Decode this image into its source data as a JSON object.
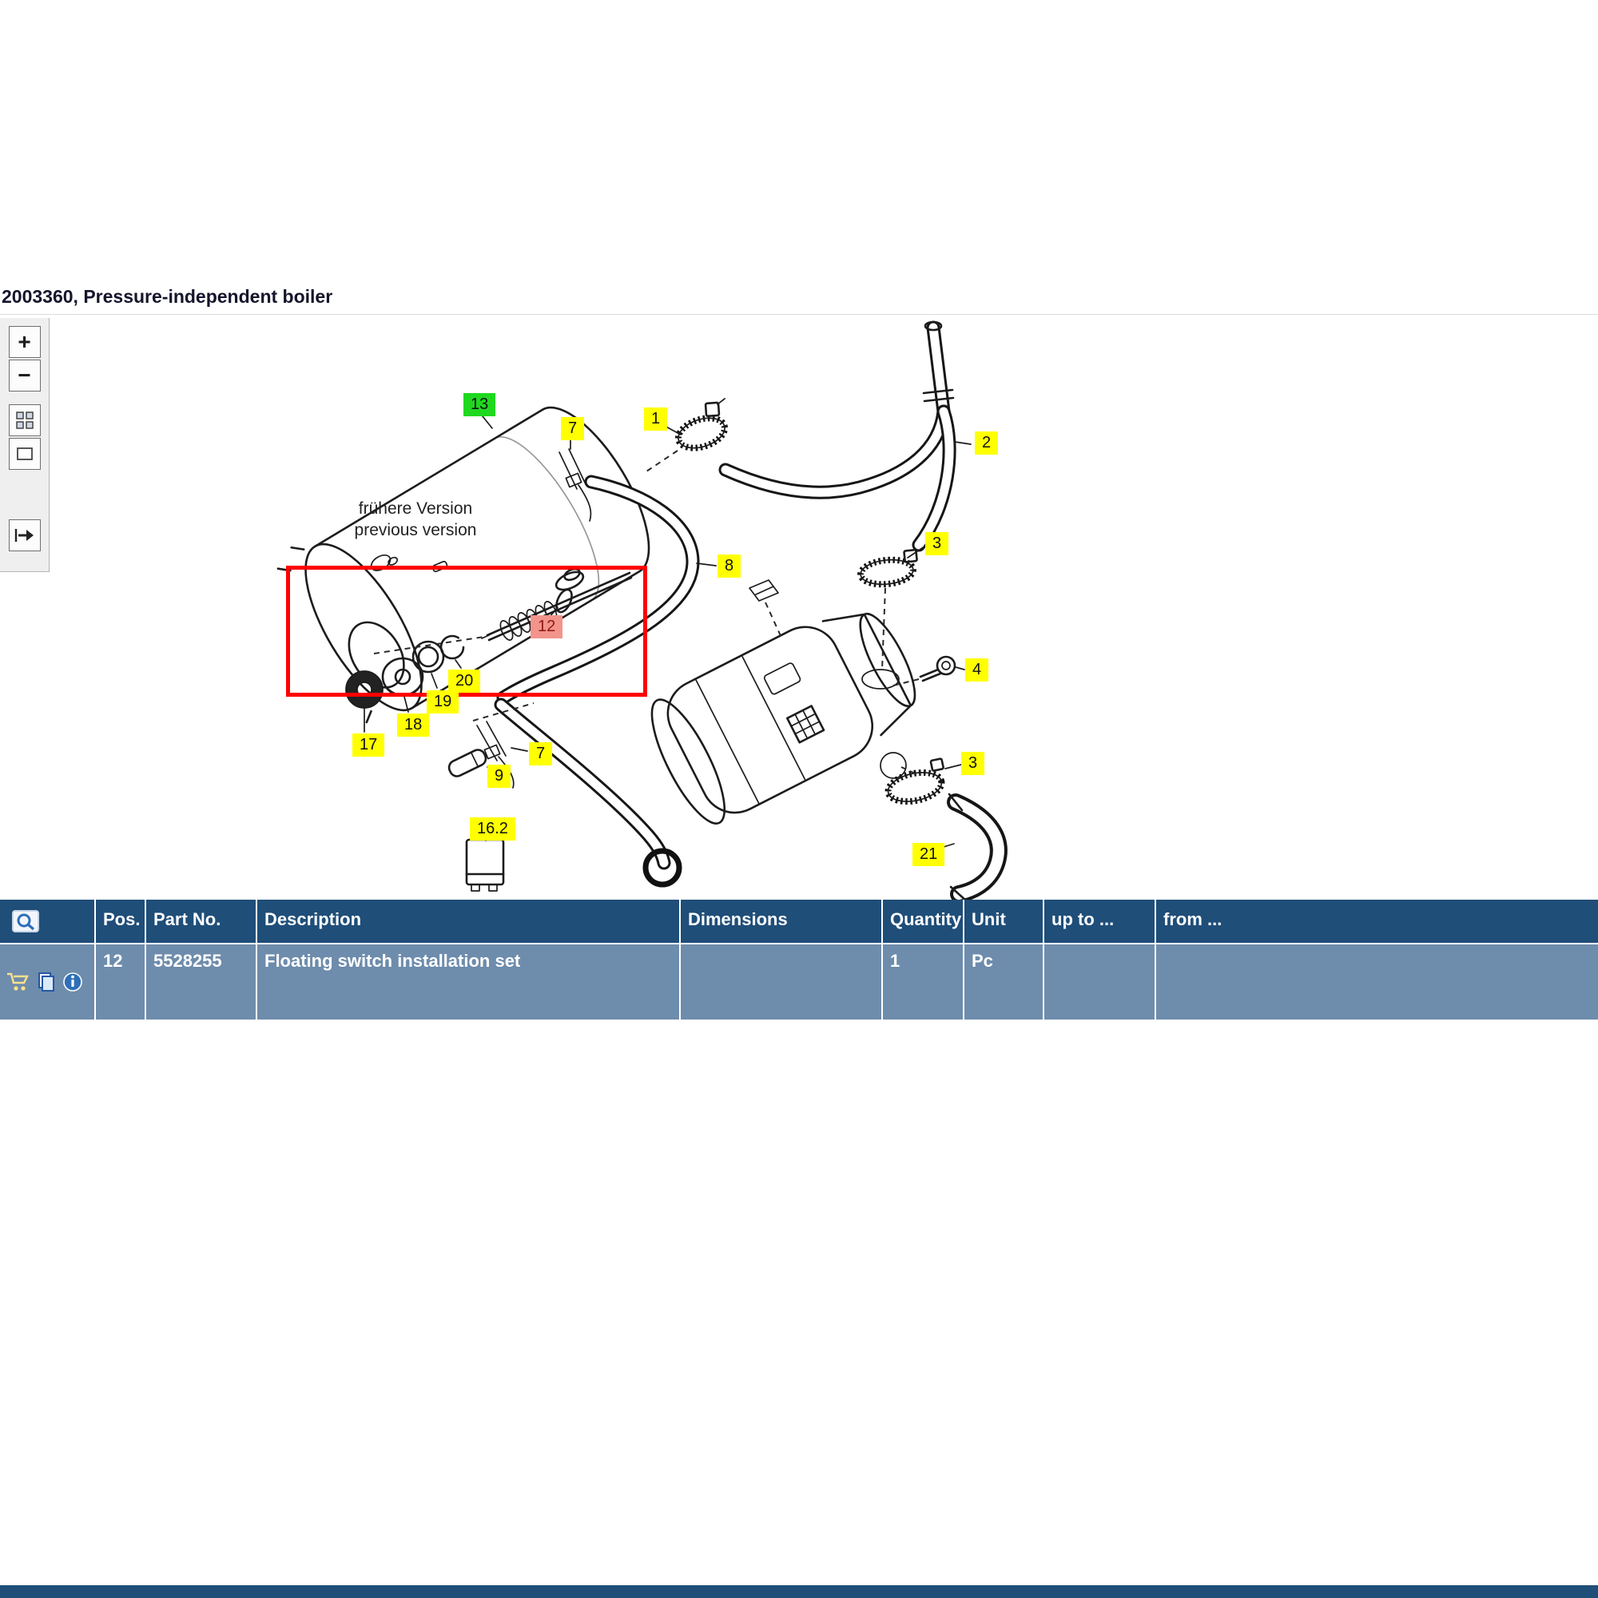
{
  "window": {
    "title": "2003360, Pressure-independent boiler"
  },
  "toolbar": {
    "buttons": [
      {
        "name": "zoom-in",
        "glyph": "+"
      },
      {
        "name": "zoom-out",
        "glyph": "−"
      },
      {
        "name": "tile-view",
        "glyph": ""
      },
      {
        "name": "single-view",
        "glyph": ""
      },
      {
        "name": "export-view",
        "glyph": ""
      }
    ]
  },
  "diagram": {
    "note_line1": "frühere Version",
    "note_line2": "previous version",
    "labels": [
      {
        "text": "13",
        "style": "green"
      },
      {
        "text": "7",
        "style": "yellow"
      },
      {
        "text": "1",
        "style": "yellow"
      },
      {
        "text": "2",
        "style": "yellow"
      },
      {
        "text": "3",
        "style": "yellow"
      },
      {
        "text": "8",
        "style": "yellow"
      },
      {
        "text": "12",
        "style": "red"
      },
      {
        "text": "20",
        "style": "yellow"
      },
      {
        "text": "19",
        "style": "yellow"
      },
      {
        "text": "18",
        "style": "yellow"
      },
      {
        "text": "17",
        "style": "yellow"
      },
      {
        "text": "7",
        "style": "yellow"
      },
      {
        "text": "9",
        "style": "yellow"
      },
      {
        "text": "16.2",
        "style": "yellow"
      },
      {
        "text": "3",
        "style": "yellow"
      },
      {
        "text": "4",
        "style": "yellow"
      },
      {
        "text": "21",
        "style": "yellow"
      }
    ]
  },
  "table": {
    "headers": [
      "Pos.",
      "Part No.",
      "Description",
      "Dimensions",
      "Quantity",
      "Unit",
      "up to ...",
      "from ..."
    ],
    "rows": [
      {
        "pos": "12",
        "part_no": "5528255",
        "description": "Floating switch installation set",
        "dimensions": "",
        "quantity": "1",
        "unit": "Pc",
        "up_to": "",
        "from": ""
      }
    ]
  },
  "colors": {
    "header_navy": "#1F4E79",
    "row_blue": "#6E8CAC",
    "label_yellow": "#FFFF00",
    "label_green": "#1FD81F",
    "label_red_bg": "#F2948B",
    "highlight_red": "#FE0000"
  }
}
